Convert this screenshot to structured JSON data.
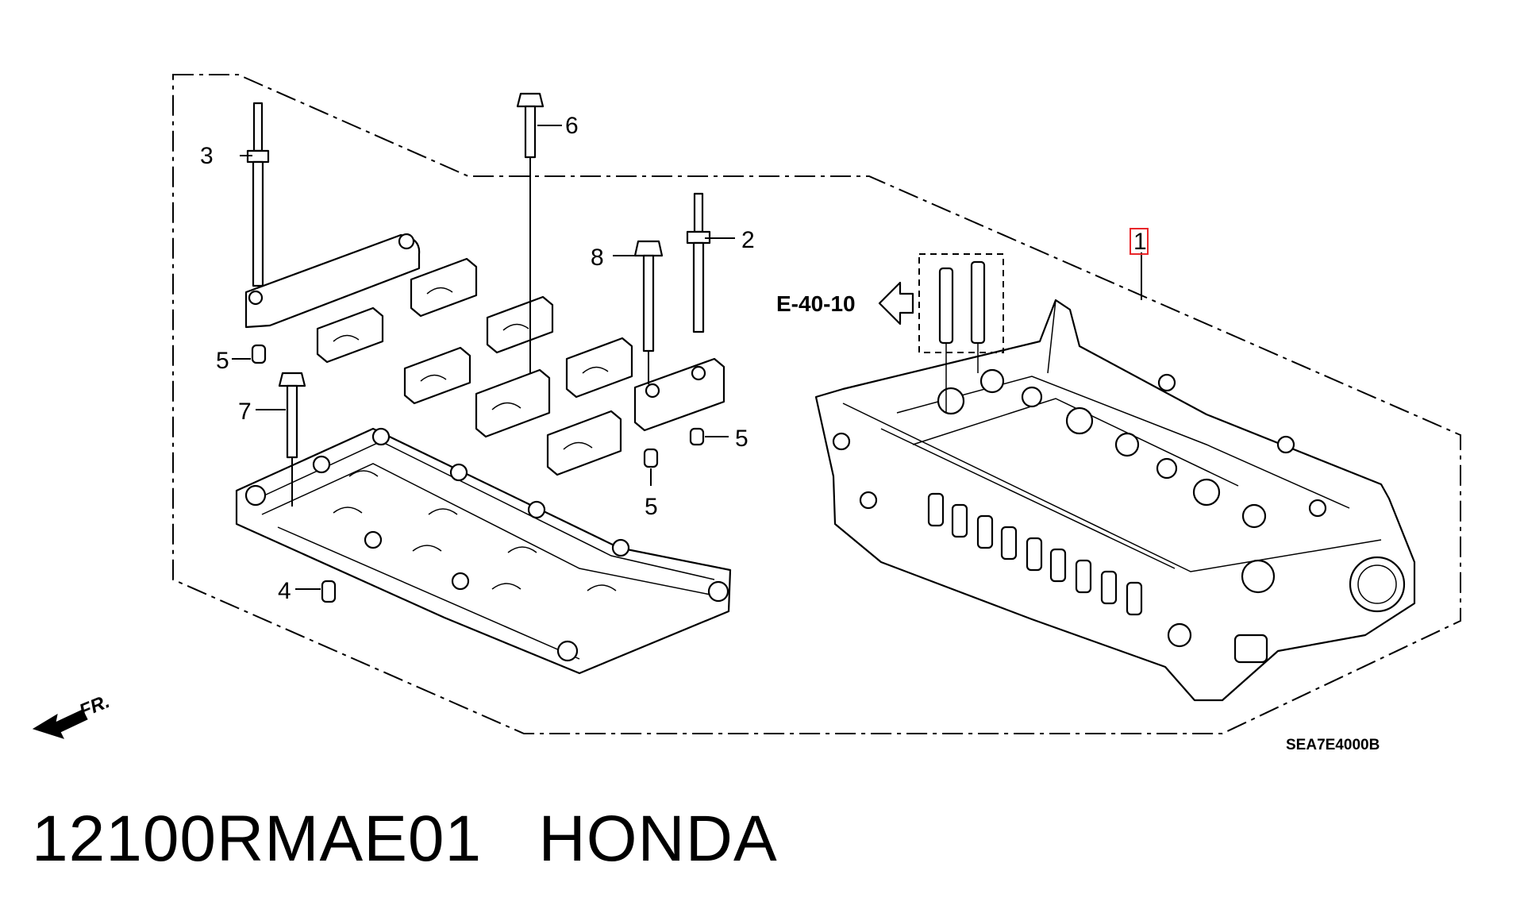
{
  "callouts": {
    "c1": "1",
    "c2": "2",
    "c3": "3",
    "c4": "4",
    "c5a": "5",
    "c5b": "5",
    "c5c": "5",
    "c6": "6",
    "c7": "7",
    "c8": "8"
  },
  "reference_label": "E-40-10",
  "front_label": "FR.",
  "diagram_code": "SEA7E4000B",
  "caption": {
    "part_number": "12100RMAE01",
    "brand": "HONDA"
  },
  "colors": {
    "highlight": "#e8262a",
    "ink": "#000000"
  }
}
